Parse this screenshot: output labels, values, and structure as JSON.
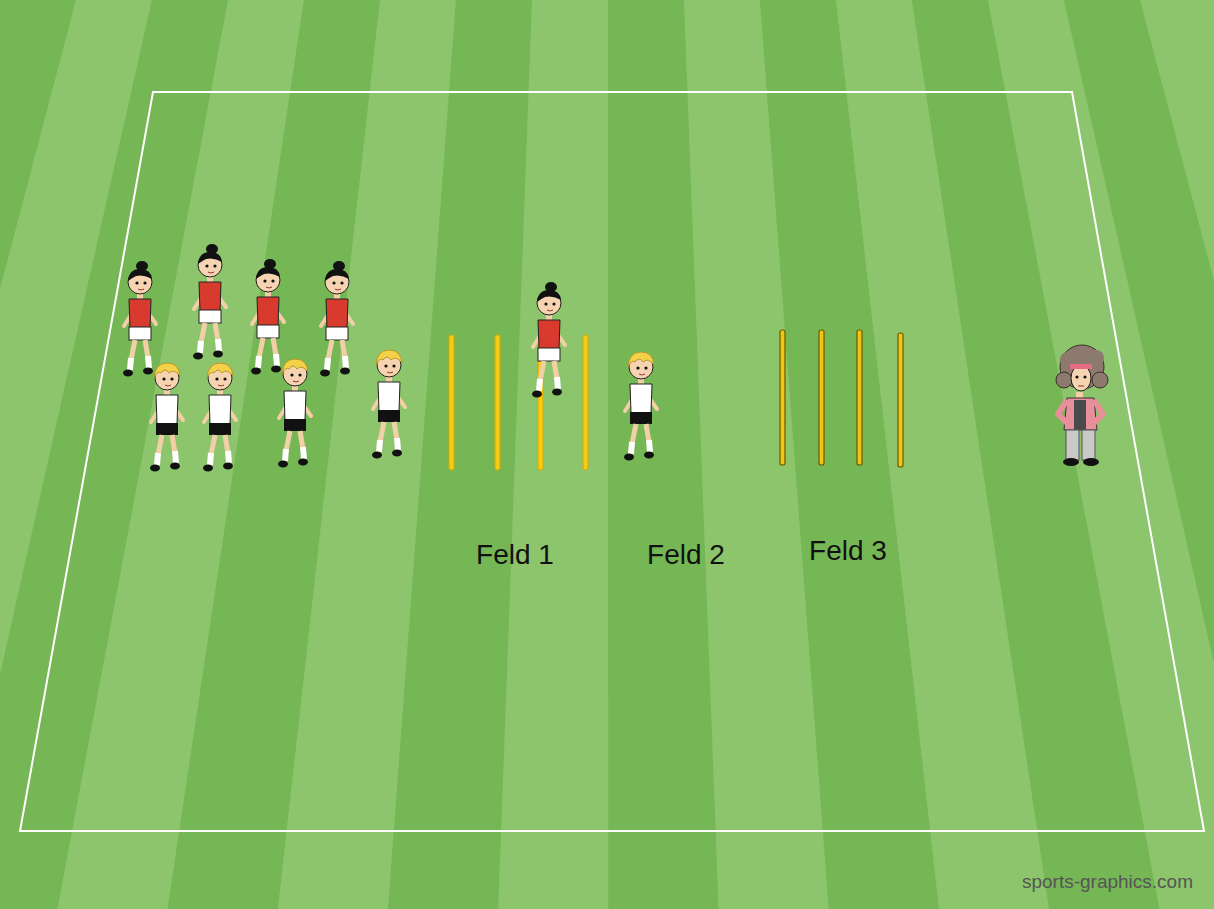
{
  "diagram": {
    "labels": [
      "Feld 1",
      "Feld 2",
      "Feld 3",
      "sports-graphics.com"
    ]
  }
}
